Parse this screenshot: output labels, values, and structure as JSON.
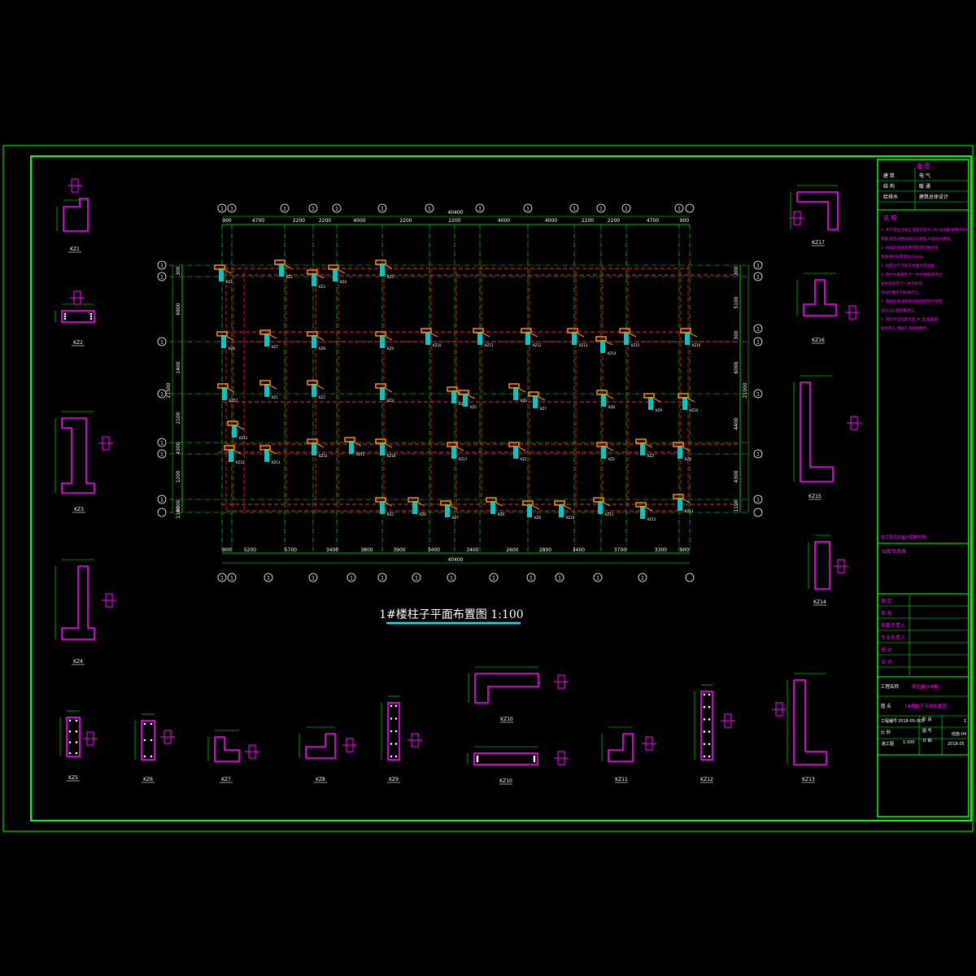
{
  "drawing": {
    "title": "1#楼柱子平面布置图  1:100",
    "colors": {
      "background": "#000000",
      "frame": "#00ff00",
      "axis": "#00ff00",
      "beam": "#ff2020",
      "column": "#00c8c8",
      "tag": "#ff8c00",
      "section": "#ff00ff",
      "bubble": "#ffffff",
      "title_underline": "#00e5ff"
    },
    "top_dimensions": [
      "900",
      "4700",
      "2200",
      "2200",
      "4000",
      "2200",
      "2200",
      "4000",
      "4000",
      "2200",
      "2200",
      "4700",
      "900"
    ],
    "top_total": "40400",
    "bottom_dimensions": [
      "900",
      "5200",
      "5700",
      "3400",
      "3800",
      "3900",
      "3400",
      "3400",
      "2600",
      "2800",
      "3400",
      "3700",
      "3300",
      "900"
    ],
    "bottom_total": "40400",
    "left_dimensions": [
      "300",
      "6900",
      "1400",
      "2100",
      "4300",
      "1200",
      "4300",
      "1100"
    ],
    "right_dimensions": [
      "300",
      "5100",
      "300",
      "6000",
      "4400",
      "4300",
      "1100"
    ],
    "left_total": "21500",
    "right_total": "21500",
    "top_axis_labels": [
      "1",
      "1",
      "1",
      "1",
      "1",
      "1",
      "1",
      "1",
      "1",
      "1",
      "1",
      "1",
      "1"
    ],
    "bottom_axis_labels": [
      "1",
      "1",
      "1",
      "1",
      "1",
      "1",
      "1",
      "1",
      "1",
      "1",
      "1",
      "1",
      "1"
    ],
    "left_axis_labels": [
      "1",
      "1",
      "1",
      "1",
      "1",
      "1",
      "1"
    ],
    "right_axis_labels": [
      "1",
      "1",
      "1",
      "1",
      "1",
      "1",
      "1"
    ],
    "section_labels": [
      "KZ1",
      "KZ2",
      "KZ3",
      "KZ4",
      "KZ5",
      "KZ6",
      "KZ7",
      "KZ8",
      "KZ9",
      "KZ10",
      "KZ10",
      "KZ11",
      "KZ12",
      "KZ13",
      "KZ14",
      "KZ15",
      "KZ16",
      "KZ17"
    ]
  },
  "title_block": {
    "header": "会 签",
    "sign_rows": [
      {
        "left": "建 筑",
        "right": "电 气"
      },
      {
        "left": "结 构",
        "right": "暖 通"
      },
      {
        "left": "给排水",
        "right": "建筑总体设计"
      }
    ],
    "notes_header": "说 明",
    "notes": [
      "1. 本工程柱混凝土强度等级为C30,柱纵筋采用HRB400",
      "   钢筋,箍筋采用HPB300钢筋,HRB400钢筋。",
      "2. 柱纵筋连接采用焊接或机械连接,",
      "   钢筋保护层厚度为30mm。",
      "3. 柱定位尺寸详见本图柱定位图。",
      "4. 图中柱截面尺寸( )中为柱截面尺寸,",
      "   图中所注尺寸( )中为标高,",
      "   括号内数字为标高尺寸。",
      "5. 图纸中未注明部分按国家现行规范",
      "   16G101等图集施工。",
      "6. 施工时应与建筑图,水,电,暖通图",
      "   配合施工,预留孔洞及预埋件。"
    ],
    "stamp_note": "施工图须加盖出图章有效。",
    "stamp_header": "出图专用章",
    "roles": [
      "审 定",
      "审 核",
      "项目负责人",
      "专业负责人",
      "校 对",
      "设 计"
    ],
    "project_label": "工程名称",
    "project_value": "商住楼(1#楼)",
    "drawing_label": "图 名",
    "drawing_value": "1#楼柱子平面布置图",
    "number_label": "工程编号",
    "number_value": "2018-05-003",
    "scale_label": "比 例",
    "scale_value": "1:100",
    "date_label": "日 期",
    "date_value": "2018.05",
    "sheet_label": "图 号",
    "sheet_value": "结施-04",
    "stage_label": "阶 段",
    "stage_value": "施工图",
    "version_value": "1"
  }
}
